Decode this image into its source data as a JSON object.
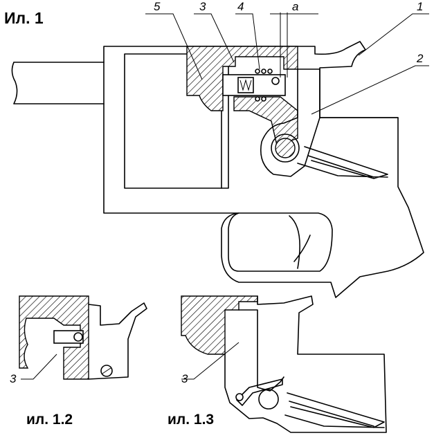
{
  "figure": {
    "main_title": "Ил. 1",
    "sub_title_left": "ил. 1.2",
    "sub_title_right": "ил. 1.3"
  },
  "callouts_main": [
    "5",
    "3",
    "4",
    "a",
    "1",
    "2"
  ],
  "callout_detail_left": "3",
  "callout_detail_right": "3"
}
